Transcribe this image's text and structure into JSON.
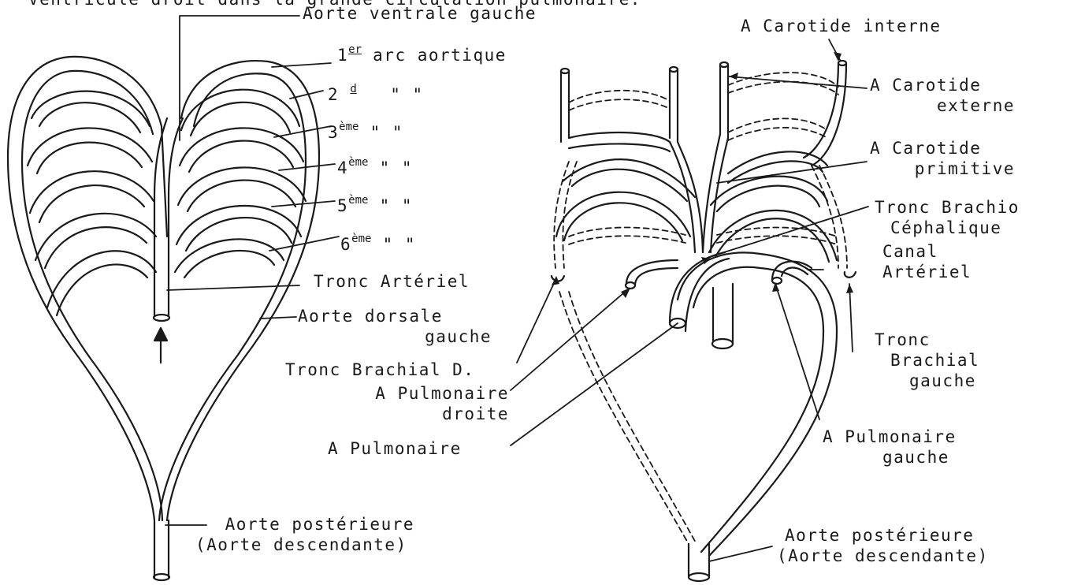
{
  "caption": "Ventricule droit dans la grande circulation pulmonaire.",
  "left_diagram": {
    "labels": {
      "aorte_ventrale_gauche": "Aorte ventrale gauche",
      "arc1_num": "1",
      "arc1_sup": "er",
      "arc1_text": " arc aortique",
      "arc2_num": "2",
      "arc2_sup": "d",
      "arc3_num": "3",
      "arc4_num": "4",
      "arc5_num": "5",
      "arc6_num": "6",
      "eme_sup": "ème",
      "ditto": "\"   \"",
      "tronc_arteriel": "Tronc Artériel",
      "aorte_dorsale_1": "Aorte dorsale",
      "aorte_dorsale_2": "gauche",
      "aorte_post_1": "Aorte postérieure",
      "aorte_post_2": "(Aorte descendante)"
    }
  },
  "right_diagram": {
    "labels": {
      "carotide_interne": "A Carotide interne",
      "carotide_externe_1": "A Carotide",
      "carotide_externe_2": "externe",
      "carotide_primitive_1": "A Carotide",
      "carotide_primitive_2": "primitive",
      "tronc_brachio_1": "Tronc Brachio",
      "tronc_brachio_2": "Céphalique",
      "canal_arteriel_1": "Canal",
      "canal_arteriel_2": "Artériel",
      "tronc_brachial_g_1": "Tronc",
      "tronc_brachial_g_2": "Brachial",
      "tronc_brachial_g_3": "gauche",
      "tronc_brachial_d": "Tronc Brachial D.",
      "pulmonaire_droite_1": "A Pulmonaire",
      "pulmonaire_droite_2": "droite",
      "pulmonaire": "A Pulmonaire",
      "pulmonaire_gauche_1": "A Pulmonaire",
      "pulmonaire_gauche_2": "gauche",
      "aorte_post_1": "Aorte postérieure",
      "aorte_post_2": "(Aorte descendante)"
    }
  },
  "colors": {
    "ink": "#1a1a1a",
    "background": "#ffffff"
  }
}
